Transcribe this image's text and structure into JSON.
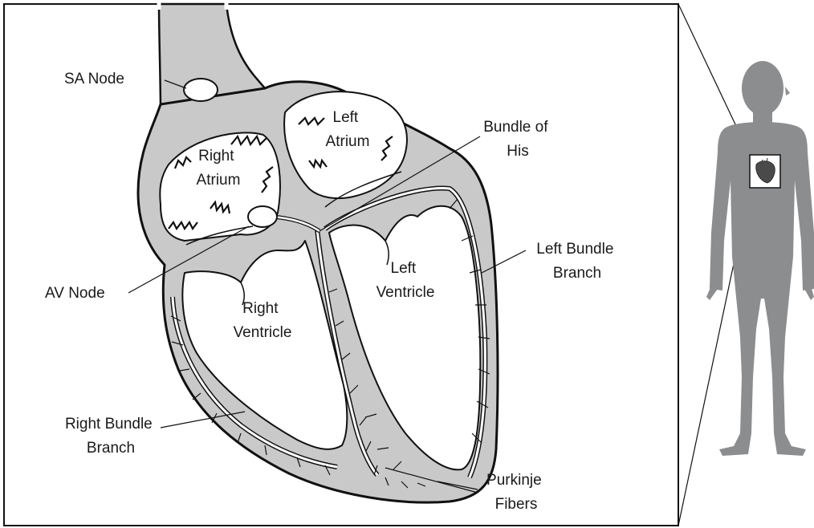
{
  "labels": {
    "sa_node": "SA Node",
    "right_atrium": [
      "Right",
      "Atrium"
    ],
    "left_atrium": [
      "Left",
      "Atrium"
    ],
    "bundle_of_his": [
      "Bundle of",
      "His"
    ],
    "av_node": "AV Node",
    "left_ventricle": [
      "Left",
      "Ventricle"
    ],
    "right_ventricle": [
      "Right",
      "Ventricle"
    ],
    "left_bundle_branch": [
      "Left Bundle",
      "Branch"
    ],
    "right_bundle_branch": [
      "Right Bundle",
      "Branch"
    ],
    "purkinje_fibers": [
      "Purkinje",
      "Fibers"
    ]
  },
  "colors": {
    "tissue": "#c9c9c9",
    "outline": "#111111",
    "chamber": "#ffffff",
    "body_silhouette": "#8c8d8f",
    "label_text": "#1a1a1a"
  },
  "icons": {
    "impulse": "lightning-zigzag-icon",
    "body": "human-silhouette-icon"
  }
}
